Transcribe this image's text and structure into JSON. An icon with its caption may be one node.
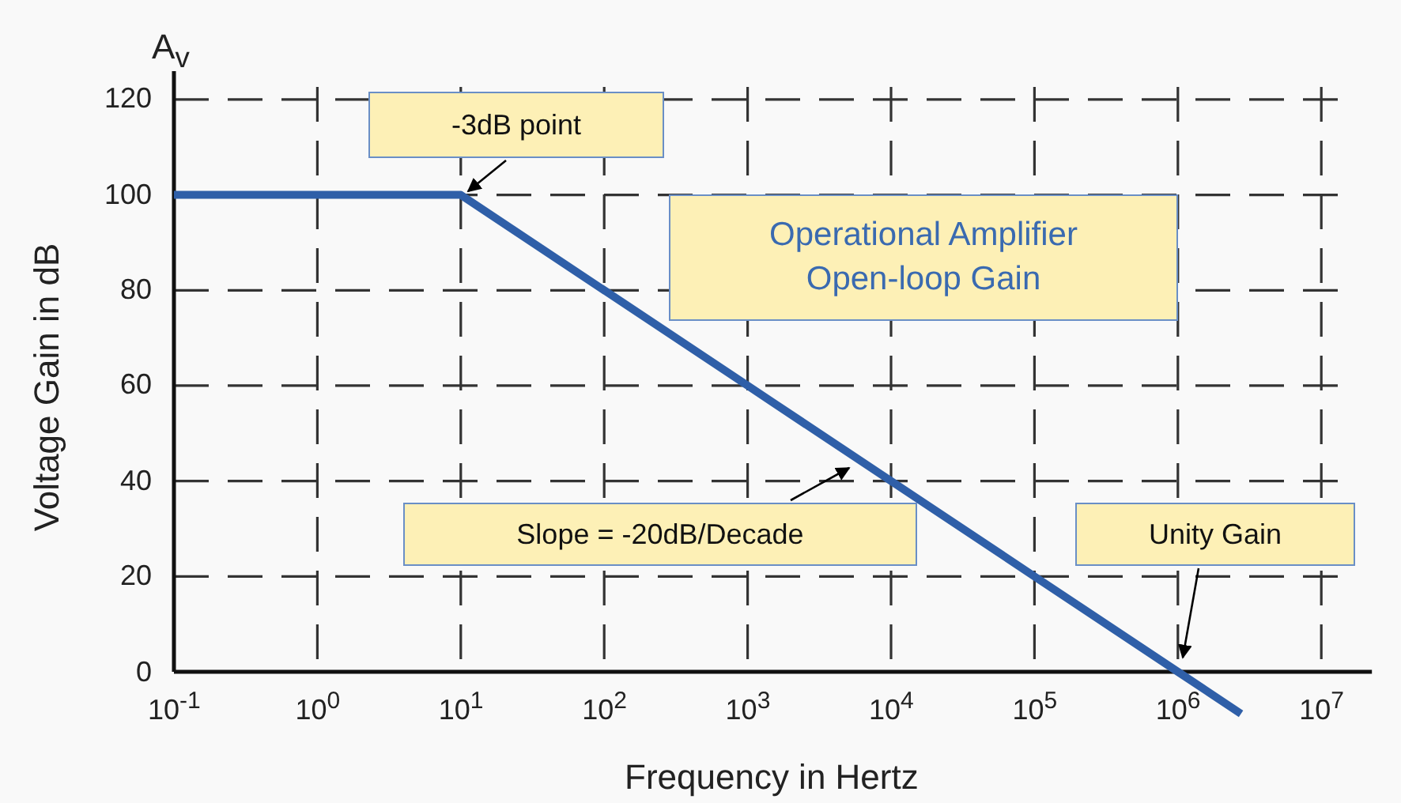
{
  "diagram": {
    "nodes": [
      {
        "text": [
          "-3dB point"
        ]
      },
      {
        "text": [
          "Operational Amplifier Open-loop Gain"
        ]
      },
      {
        "text": [
          "Slope = -20dB/Decade"
        ]
      },
      {
        "text": [
          "Unity Gain"
        ]
      }
    ],
    "edges": [
      {
        "from": 0,
        "to": null,
        "arrow": "to"
      },
      {
        "from": 2,
        "to": null,
        "arrow": "to"
      },
      {
        "from": 3,
        "to": null,
        "arrow": "to"
      }
    ],
    "labels": [
      "A$_{v}$"
    ],
    "chart_data": {
      "type": "line",
      "xlabel": "Frequency in Hertz",
      "ylabel": "Voltage Gain in dB",
      "categories": [
        "10$^{-1}$",
        "10$^{0}$",
        "10$^{1}$",
        "10$^{2}$",
        "10$^{3}$",
        "10$^{4}$",
        "10$^{5}$",
        "10$^{6}$",
        "10$^{7}$"
      ],
      "series": [
        {
          "color": "#2f5fa8",
          "values": [
            100,
            100,
            100,
            80,
            60,
            40,
            20,
            0,
            null
          ]
        }
      ],
      "ylim": [
        0,
        120
      ],
      "grid": true,
      "yticks": [
        0,
        20,
        40,
        60,
        80,
        100,
        120
      ]
    }
  }
}
